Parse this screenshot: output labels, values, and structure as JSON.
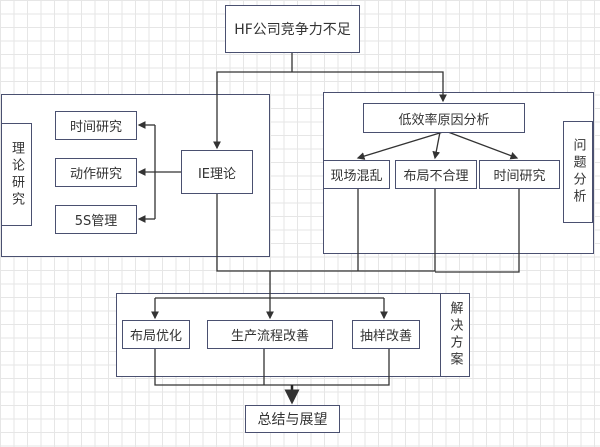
{
  "diagram": {
    "root": "HF公司竞争力不足",
    "theory_group": {
      "label": "理论研究",
      "center": "IE理论",
      "items": [
        "时间研究",
        "动作研究",
        "5S管理"
      ]
    },
    "analysis_group": {
      "label": "问题分析",
      "center": "低效率原因分析",
      "items": [
        "现场混乱",
        "布局不合理",
        "时间研究"
      ]
    },
    "solution_group": {
      "label": "解决方案",
      "items": [
        "布局优化",
        "生产流程改善",
        "抽样改善"
      ]
    },
    "conclusion": "总结与展望"
  }
}
